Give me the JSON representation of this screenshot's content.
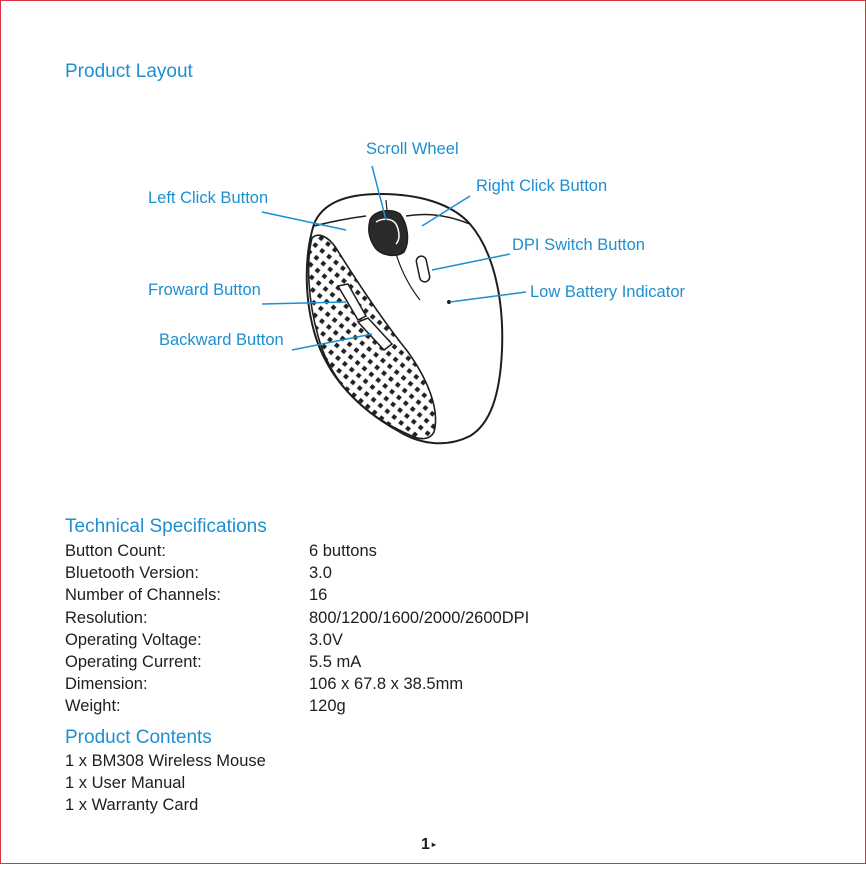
{
  "sections": {
    "layout_title": "Product Layout",
    "specs_title": "Technical Specifications",
    "contents_title": "Product Contents"
  },
  "callouts": {
    "scroll_wheel": "Scroll Wheel",
    "left_click": "Left Click Button",
    "right_click": "Right Click Button",
    "dpi_switch": "DPI Switch Button",
    "forward": "Froward Button",
    "low_battery": "Low Battery Indicator",
    "backward": "Backward Button"
  },
  "specs": [
    {
      "label": "Button Count:",
      "value": "6 buttons"
    },
    {
      "label": "Bluetooth Version:",
      "value": "3.0"
    },
    {
      "label": "Number of Channels:",
      "value": "16"
    },
    {
      "label": "Resolution:",
      "value": "800/1200/1600/2000/2600DPI"
    },
    {
      "label": "Operating Voltage:",
      "value": "3.0V"
    },
    {
      "label": "Operating Current:",
      "value": "5.5 mA"
    },
    {
      "label": "Dimension:",
      "value": "106 x 67.8 x 38.5mm"
    },
    {
      "label": "Weight:",
      "value": "120g"
    }
  ],
  "contents": [
    "1 x BM308 Wireless Mouse",
    "1 x User Manual",
    "1 x Warranty Card"
  ],
  "page": {
    "number": "1",
    "marker": "▸"
  },
  "colors": {
    "accent": "#1d8fd1",
    "frame": "#d9333f",
    "text": "#1e1e1e"
  }
}
